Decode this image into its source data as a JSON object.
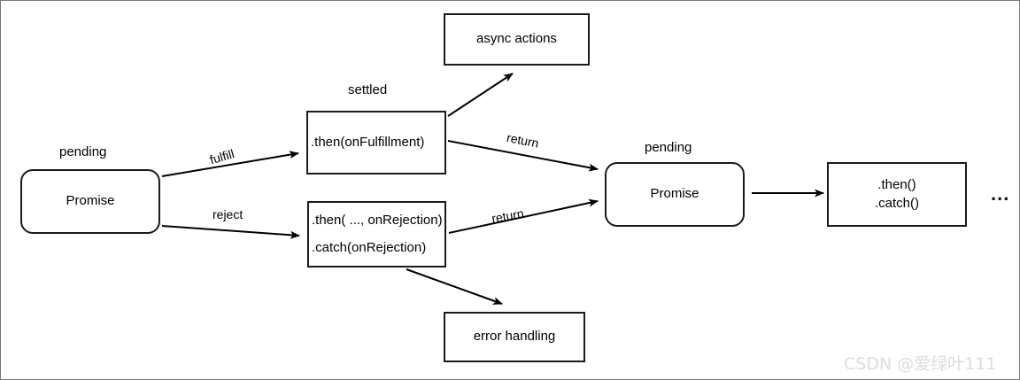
{
  "diagram": {
    "title": "JavaScript Promise flow diagram",
    "background": "#ffffff",
    "stroke": "#1a1a1a",
    "nodes": {
      "async_actions": {
        "label": "async actions"
      },
      "error_handling": {
        "label": "error handling"
      },
      "left_promise": {
        "caption": "pending",
        "label": "Promise"
      },
      "right_promise": {
        "caption": "pending",
        "label": "Promise"
      },
      "then_fulfill": {
        "caption": "settled",
        "label": ".then(onFulfillment)"
      },
      "catch_reject": {
        "line1": ".then( ..., onRejection)",
        "line2": ".catch(onRejection)"
      },
      "then_catch_chain": {
        "line1": ".then()",
        "line2": ".catch()"
      }
    },
    "edges": {
      "fulfill": "fulfill",
      "reject": "reject",
      "return_top": "return",
      "return_bottom": "return"
    },
    "continuation": "...",
    "watermark": "CSDN @爱绿叶111"
  }
}
